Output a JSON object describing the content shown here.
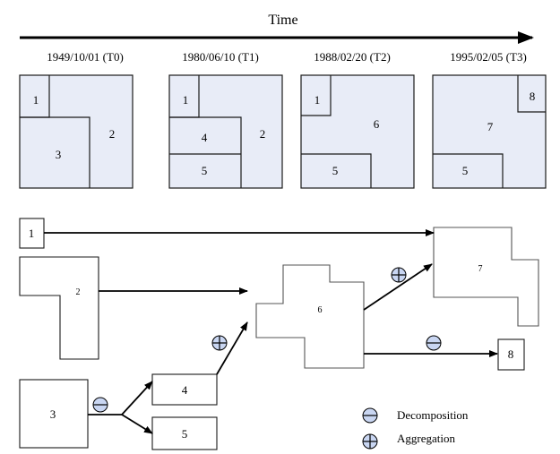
{
  "timeline": {
    "title": "Time",
    "snapshots": [
      {
        "label": "1949/10/01 (T0)",
        "regions": [
          "1",
          "3",
          "2"
        ]
      },
      {
        "label": "1980/06/10 (T1)",
        "regions": [
          "1",
          "4",
          "2",
          "5"
        ]
      },
      {
        "label": "1988/02/20 (T2)",
        "regions": [
          "1",
          "6",
          "5"
        ]
      },
      {
        "label": "1995/02/05  (T3)",
        "regions": [
          "8",
          "7",
          "5"
        ]
      }
    ]
  },
  "graph": {
    "nodes": {
      "n1": "1",
      "n2": "2",
      "n3": "3",
      "n4": "4",
      "n5": "5",
      "n6": "6",
      "n7": "7",
      "n8": "8"
    }
  },
  "legend": {
    "decomposition": "Decomposition",
    "aggregation": "Aggregation"
  },
  "colors": {
    "region_fill": "#e8ecf7",
    "operator_fill": "#c9d6f2"
  }
}
